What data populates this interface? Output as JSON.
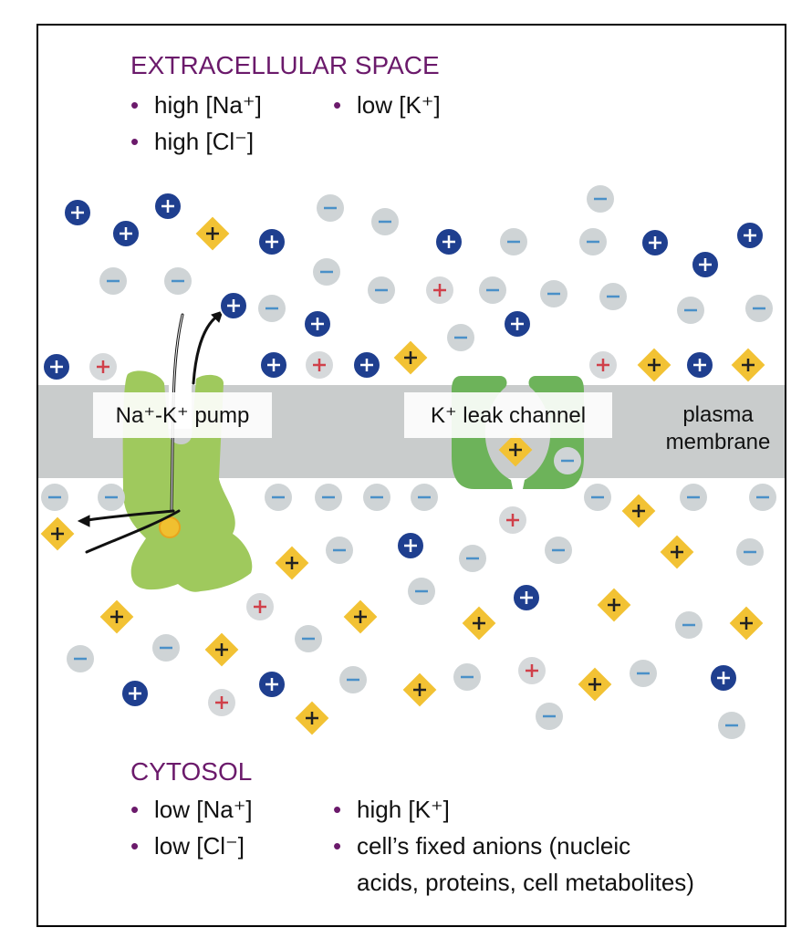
{
  "extracellular": {
    "title": "EXTRACELLULAR SPACE",
    "items": [
      "high [Na⁺]",
      "low [K⁺]",
      "high [Cl⁻]"
    ]
  },
  "cytosol": {
    "title": "CYTOSOL",
    "items": [
      "low [Na⁺]",
      "high [K⁺]",
      "low [Cl⁻]",
      "cell’s fixed anions (nucleic",
      "acids, proteins, cell metabolites)"
    ]
  },
  "labels": {
    "pump": "Na⁺-K⁺ pump",
    "channel": "K⁺ leak channel",
    "membrane_line1": "plasma",
    "membrane_line2": "membrane"
  },
  "bullet": "•",
  "colors": {
    "heading": "#6b1a6b",
    "sodium": "#1f3f8f",
    "potassium": "#f2c234",
    "chloride": "#cfd4d6",
    "other_cation": "#d6d9db",
    "membrane": "#c9cccc",
    "pump": "#9fc95d",
    "channel": "#6db35a"
  }
}
